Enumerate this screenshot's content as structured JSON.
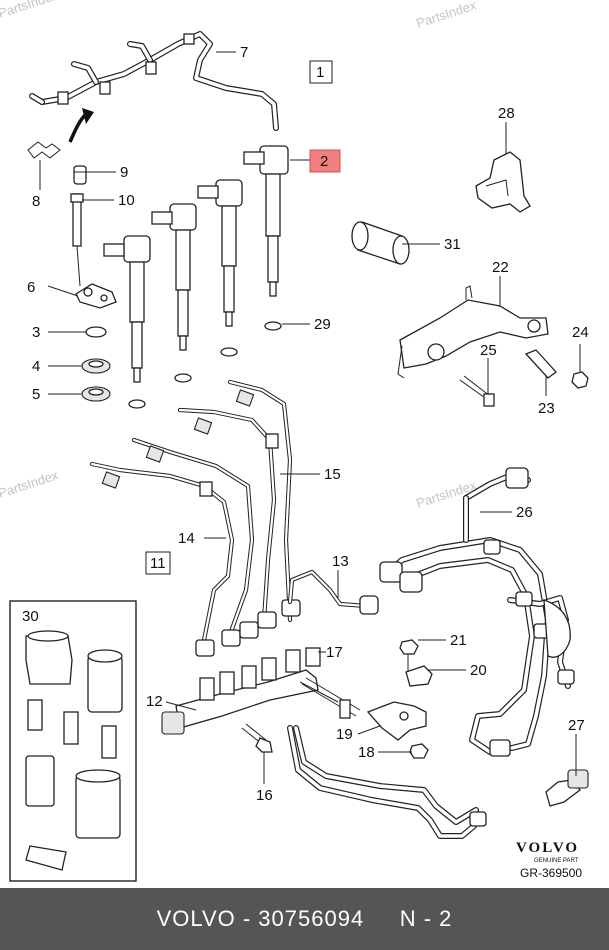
{
  "watermark": "PartsIndex",
  "callouts": {
    "c1": "1",
    "c2": "2",
    "c3": "3",
    "c4": "4",
    "c5": "5",
    "c6": "6",
    "c7": "7",
    "c8": "8",
    "c9": "9",
    "c10": "10",
    "c11": "11",
    "c12": "12",
    "c13": "13",
    "c14": "14",
    "c15": "15",
    "c16": "16",
    "c17": "17",
    "c18": "18",
    "c19": "19",
    "c20": "20",
    "c21": "21",
    "c22": "22",
    "c23": "23",
    "c24": "24",
    "c25": "25",
    "c26": "26",
    "c27": "27",
    "c28": "28",
    "c29": "29",
    "c30": "30",
    "c31": "31"
  },
  "brand": {
    "logo_text": "VOLVO",
    "genuine_text": "GENUINE PART",
    "figure_ref": "GR-369500"
  },
  "footer": {
    "text": "VOLVO - 30756094     N - 2"
  },
  "colors": {
    "highlight": "#f08080",
    "footer_bg": "#555555",
    "watermark": "#c4c4c4"
  }
}
